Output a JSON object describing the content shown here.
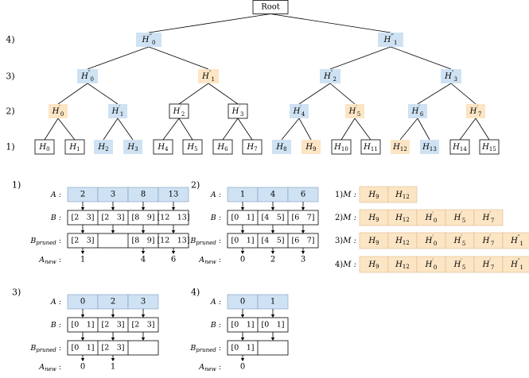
{
  "tree": {
    "root": "Root",
    "level_labels": [
      "4)",
      "3)",
      "2)",
      "1)"
    ],
    "level4": [
      {
        "base": "H",
        "sub": "0",
        "sup": "‴",
        "fill": "blue"
      },
      {
        "base": "H",
        "sub": "1",
        "sup": "‴",
        "fill": "blue"
      }
    ],
    "level3": [
      {
        "base": "H",
        "sub": "0",
        "sup": "″",
        "fill": "blue"
      },
      {
        "base": "H",
        "sub": "1",
        "sup": "″",
        "fill": "yellow"
      },
      {
        "base": "H",
        "sub": "2",
        "sup": "″",
        "fill": "blue"
      },
      {
        "base": "H",
        "sub": "3",
        "sup": "″",
        "fill": "blue"
      }
    ],
    "level2": [
      {
        "base": "H",
        "sub": "0",
        "sup": "′",
        "fill": "yellow"
      },
      {
        "base": "H",
        "sub": "1",
        "sup": "′",
        "fill": "blue"
      },
      {
        "base": "H",
        "sub": "2",
        "sup": "′",
        "fill": "white"
      },
      {
        "base": "H",
        "sub": "3",
        "sup": "′",
        "fill": "white"
      },
      {
        "base": "H",
        "sub": "4",
        "sup": "′",
        "fill": "blue"
      },
      {
        "base": "H",
        "sub": "5",
        "sup": "′",
        "fill": "yellow"
      },
      {
        "base": "H",
        "sub": "6",
        "sup": "′",
        "fill": "blue"
      },
      {
        "base": "H",
        "sub": "7",
        "sup": "′",
        "fill": "yellow"
      }
    ],
    "level1": [
      {
        "base": "H",
        "sub": "0",
        "fill": "white"
      },
      {
        "base": "H",
        "sub": "1",
        "fill": "white"
      },
      {
        "base": "H",
        "sub": "2",
        "fill": "blue"
      },
      {
        "base": "H",
        "sub": "3",
        "fill": "blue"
      },
      {
        "base": "H",
        "sub": "4",
        "fill": "white"
      },
      {
        "base": "H",
        "sub": "5",
        "fill": "white"
      },
      {
        "base": "H",
        "sub": "6",
        "fill": "white"
      },
      {
        "base": "H",
        "sub": "7",
        "fill": "white"
      },
      {
        "base": "H",
        "sub": "8",
        "fill": "blue"
      },
      {
        "base": "H",
        "sub": "9",
        "fill": "yellow"
      },
      {
        "base": "H",
        "sub": "10",
        "fill": "white"
      },
      {
        "base": "H",
        "sub": "11",
        "fill": "white"
      },
      {
        "base": "H",
        "sub": "12",
        "fill": "yellow"
      },
      {
        "base": "H",
        "sub": "13",
        "fill": "blue"
      },
      {
        "base": "H",
        "sub": "14",
        "fill": "white"
      },
      {
        "base": "H",
        "sub": "15",
        "fill": "white"
      }
    ]
  },
  "row_labels": {
    "A": "A :",
    "B": "B :",
    "Bpruned_main": "B",
    "Bpruned_sub": "pruned",
    "Anew_main": "A",
    "Anew_sub": "new"
  },
  "steps": [
    {
      "label": "1)",
      "A": [
        "2",
        "3",
        "8",
        "13"
      ],
      "B": [
        [
          "2",
          "3"
        ],
        [
          "2",
          "3"
        ],
        [
          "8",
          "9"
        ],
        [
          "12",
          "13"
        ]
      ],
      "Bpruned": [
        [
          "2",
          "3"
        ],
        null,
        [
          "8",
          "9"
        ],
        [
          "12",
          "13"
        ]
      ],
      "Anew": [
        "1",
        "",
        "4",
        "6"
      ]
    },
    {
      "label": "2)",
      "A": [
        "1",
        "4",
        "6"
      ],
      "B": [
        [
          "0",
          "1"
        ],
        [
          "4",
          "5"
        ],
        [
          "6",
          "7"
        ]
      ],
      "Bpruned": [
        [
          "0",
          "1"
        ],
        [
          "4",
          "5"
        ],
        [
          "6",
          "7"
        ]
      ],
      "Anew": [
        "0",
        "2",
        "3"
      ]
    },
    {
      "label": "3)",
      "A": [
        "0",
        "2",
        "3"
      ],
      "B": [
        [
          "0",
          "1"
        ],
        [
          "2",
          "3"
        ],
        [
          "2",
          "3"
        ]
      ],
      "Bpruned": [
        [
          "0",
          "1"
        ],
        [
          "2",
          "3"
        ],
        null
      ],
      "Anew": [
        "0",
        "1",
        ""
      ]
    },
    {
      "label": "4)",
      "A": [
        "0",
        "1"
      ],
      "B": [
        [
          "0",
          "1"
        ],
        [
          "0",
          "1"
        ]
      ],
      "Bpruned": [
        [
          "0",
          "1"
        ],
        null
      ],
      "Anew": [
        "0",
        ""
      ]
    }
  ],
  "memory": {
    "rows": [
      {
        "label": "1)",
        "items": [
          [
            "H",
            "9",
            ""
          ],
          [
            "H",
            "12",
            ""
          ]
        ]
      },
      {
        "label": "2)",
        "items": [
          [
            "H",
            "9",
            ""
          ],
          [
            "H",
            "12",
            ""
          ],
          [
            "H",
            "0",
            "′"
          ],
          [
            "H",
            "5",
            "′"
          ],
          [
            "H",
            "7",
            "′"
          ]
        ]
      },
      {
        "label": "3)",
        "items": [
          [
            "H",
            "9",
            ""
          ],
          [
            "H",
            "12",
            ""
          ],
          [
            "H",
            "0",
            "′"
          ],
          [
            "H",
            "5",
            "′"
          ],
          [
            "H",
            "7",
            "′"
          ],
          [
            "H",
            "1",
            "″"
          ]
        ]
      },
      {
        "label": "4)",
        "items": [
          [
            "H",
            "9",
            ""
          ],
          [
            "H",
            "12",
            ""
          ],
          [
            "H",
            "0",
            "′"
          ],
          [
            "H",
            "5",
            "′"
          ],
          [
            "H",
            "7",
            "′"
          ],
          [
            "H",
            "1",
            "″"
          ]
        ]
      }
    ],
    "name": "M :"
  },
  "colors": {
    "blue": "#cfe2f3",
    "yellow": "#fce5c4",
    "white": "#ffffff",
    "stroke": "#000000"
  }
}
